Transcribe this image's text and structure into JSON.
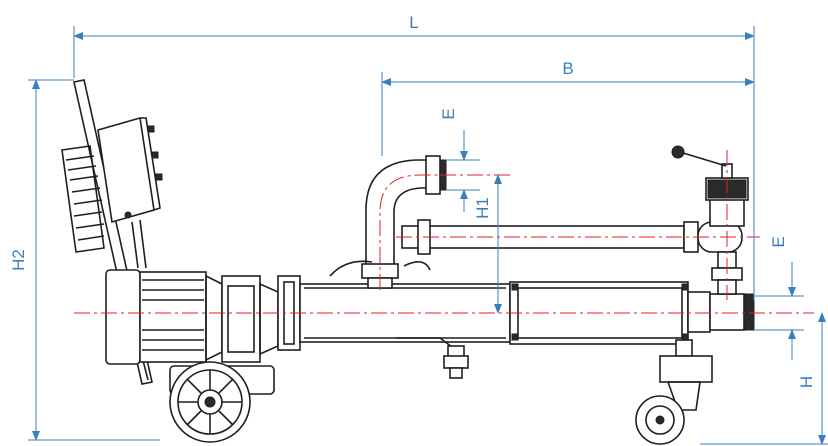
{
  "colors": {
    "dimension": "#3a7fc0",
    "centerline": "#e0202a",
    "machine": "#1f1f1f"
  },
  "dimensions": {
    "L": "L",
    "B": "B",
    "E_top": "E",
    "E_right": "E",
    "H1": "H1",
    "H2": "H2",
    "H": "H"
  }
}
